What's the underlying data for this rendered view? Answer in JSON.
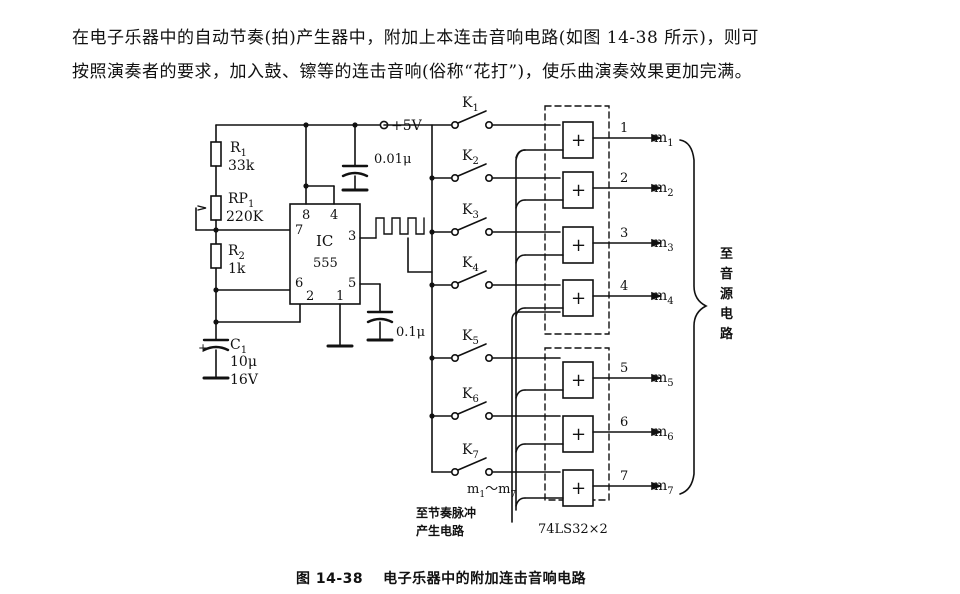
{
  "text": {
    "line1": "在电子乐器中的自动节奏(拍)产生器中，附加上本连击音响电路(如图 14-38 所示)，则可",
    "line2": "按照演奏者的要求，加入鼓、镲等的连击音响(俗称“花打”)，使乐曲演奏效果更加完满。"
  },
  "figure": {
    "number": "图 14-38",
    "title": "电子乐器中的附加连击音响电路"
  },
  "circuit": {
    "r1": {
      "name": "R",
      "sub": "1",
      "value": "33k"
    },
    "rp1": {
      "name": "RP",
      "sub": "1",
      "value": "220K"
    },
    "r2": {
      "name": "R",
      "sub": "2",
      "value": "1k"
    },
    "c1": {
      "name": "C",
      "sub": "1",
      "value1": "10μ",
      "value2": "16V"
    },
    "ic": {
      "label": "IC",
      "part": "555",
      "pins": {
        "p8": "8",
        "p4": "4",
        "p7": "7",
        "p3": "3",
        "p6": "6",
        "p5": "5",
        "p2": "2",
        "p1": "1"
      }
    },
    "supply": "+5V",
    "cap_top": "0.01μ",
    "cap_pin5": "0.1μ",
    "switches": [
      {
        "name": "K",
        "sub": "1"
      },
      {
        "name": "K",
        "sub": "2"
      },
      {
        "name": "K",
        "sub": "3"
      },
      {
        "name": "K",
        "sub": "4"
      },
      {
        "name": "K",
        "sub": "5"
      },
      {
        "name": "K",
        "sub": "6"
      },
      {
        "name": "K",
        "sub": "7"
      }
    ],
    "gate_symbol": "+",
    "outputs": [
      {
        "num": "1",
        "name": "m",
        "sub": "1"
      },
      {
        "num": "2",
        "name": "m",
        "sub": "2"
      },
      {
        "num": "3",
        "name": "m",
        "sub": "3"
      },
      {
        "num": "4",
        "name": "m",
        "sub": "4"
      },
      {
        "num": "5",
        "name": "m",
        "sub": "5"
      },
      {
        "num": "6",
        "name": "m",
        "sub": "6"
      },
      {
        "num": "7",
        "name": "m",
        "sub": "7"
      }
    ],
    "input_label": {
      "name1": "m",
      "sub1": "1",
      "sep": "～",
      "name2": "m",
      "sub2": "7"
    },
    "input_note": [
      "至节奏脉冲",
      "产生电路"
    ],
    "chip_label": "74LS32×2",
    "side_note": [
      "至",
      "音",
      "源",
      "电",
      "路"
    ]
  }
}
